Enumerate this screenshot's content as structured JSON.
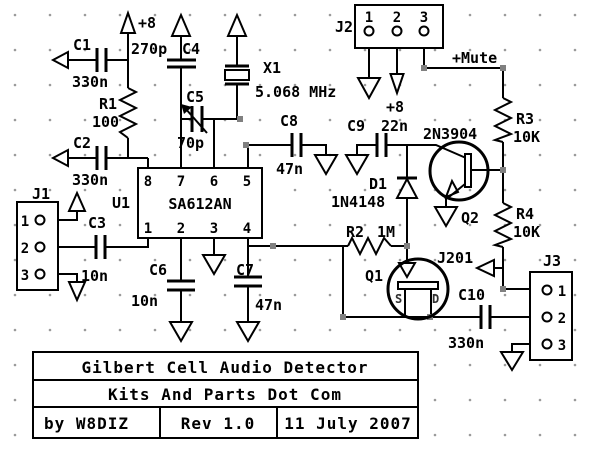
{
  "schematic": {
    "power": {
      "plus8_top": "+8",
      "plus8_j2": "+8",
      "mute": "+Mute"
    },
    "components": {
      "c1": {
        "ref": "C1",
        "value": "330n"
      },
      "c2": {
        "ref": "C2",
        "value": "330n"
      },
      "c3": {
        "ref": "C3",
        "value": "10n"
      },
      "c4": {
        "ref": "C4",
        "value": "270p"
      },
      "c5": {
        "ref": "C5",
        "value": "70p"
      },
      "c6": {
        "ref": "C6",
        "value": "10n"
      },
      "c7": {
        "ref": "C7",
        "value": "47n"
      },
      "c8": {
        "ref": "C8",
        "value": "47n"
      },
      "c9": {
        "ref": "C9",
        "value": "22n"
      },
      "c10": {
        "ref": "C10",
        "value": "330n"
      },
      "r1": {
        "ref": "R1",
        "value": "100"
      },
      "r2": {
        "ref": "R2",
        "value": "1M"
      },
      "r3": {
        "ref": "R3",
        "value": "10K"
      },
      "r4": {
        "ref": "R4",
        "value": "10K"
      },
      "d1": {
        "ref": "D1",
        "value": "1N4148"
      },
      "x1": {
        "ref": "X1",
        "value": "5.068 MHz"
      },
      "q1": {
        "ref": "Q1",
        "part": "J201",
        "source_label": "S",
        "drain_label": "D"
      },
      "q2": {
        "ref": "Q2",
        "part": "2N3904"
      },
      "u1": {
        "ref": "U1",
        "part": "SA612AN",
        "pins_top": [
          "8",
          "7",
          "6",
          "5"
        ],
        "pins_bottom": [
          "1",
          "2",
          "3",
          "4"
        ]
      }
    },
    "connectors": {
      "j1": {
        "ref": "J1",
        "pins": [
          "1",
          "2",
          "3"
        ]
      },
      "j2": {
        "ref": "J2",
        "pins": [
          "1",
          "2",
          "3"
        ]
      },
      "j3": {
        "ref": "J3",
        "pins": [
          "1",
          "2",
          "3"
        ]
      }
    },
    "title_block": {
      "title": "Gilbert Cell Audio Detector",
      "subtitle": "Kits And Parts Dot Com",
      "author": "by W8DIZ",
      "revision": "Rev 1.0",
      "date": "11 July 2007"
    }
  }
}
